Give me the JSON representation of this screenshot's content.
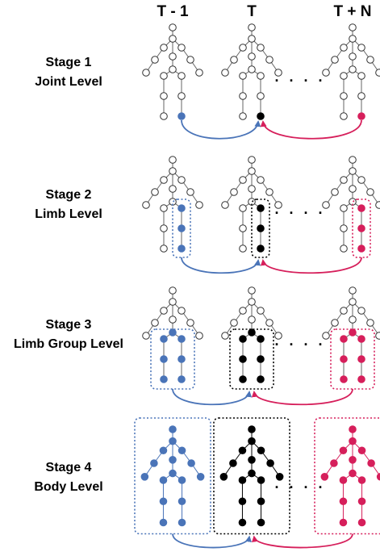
{
  "columns": [
    "T - 1",
    "T",
    "T + N"
  ],
  "ellipsis": ". . . .",
  "stages": [
    {
      "line1": "Stage 1",
      "line2": "Joint Level",
      "highlight": "joint"
    },
    {
      "line1": "Stage 2",
      "line2": "Limb Level",
      "highlight": "limb"
    },
    {
      "line1": "Stage 3",
      "line2": "Limb Group Level",
      "highlight": "group"
    },
    {
      "line1": "Stage 4",
      "line2": "Body Level",
      "highlight": "body"
    }
  ],
  "colors": {
    "past": "#4a74b8",
    "current": "#000000",
    "future": "#d61f5b",
    "skeleton": "#666666"
  }
}
